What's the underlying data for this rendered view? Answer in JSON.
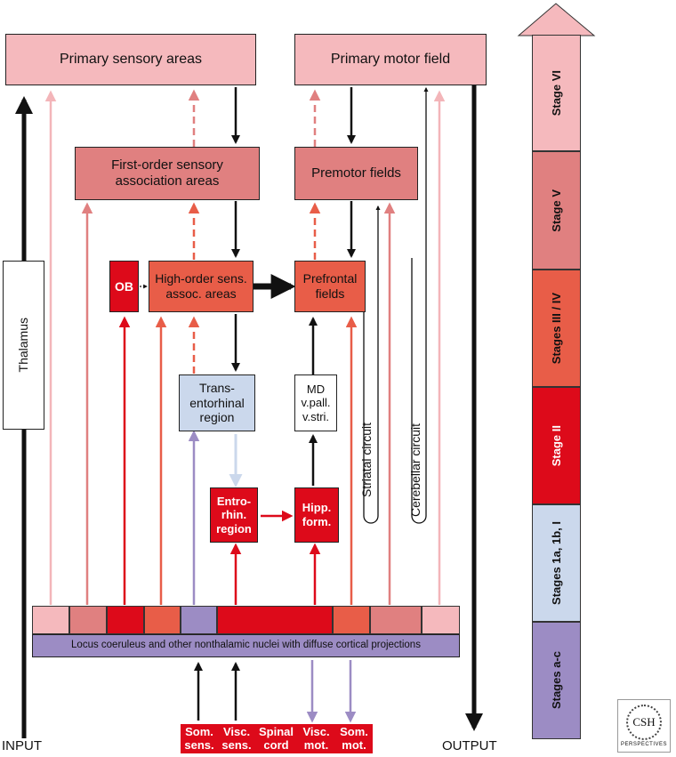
{
  "boxes": {
    "primary_sensory": "Primary sensory areas",
    "primary_motor": "Primary motor field",
    "first_order_1": "First-order sensory",
    "first_order_2": "association areas",
    "premotor": "Premotor fields",
    "ob": "OB",
    "high_order_1": "High-order sens.",
    "high_order_2": "assoc. areas",
    "prefrontal_1": "Prefrontal",
    "prefrontal_2": "fields",
    "trans_1": "Trans-",
    "trans_2": "entorhinal",
    "trans_3": "region",
    "md_1": "MD",
    "md_2": "v.pall.",
    "md_3": "v.stri.",
    "entro_1": "Entro-",
    "entro_2": "rhin.",
    "entro_3": "region",
    "hipp_1": "Hipp.",
    "hipp_2": "form.",
    "thalamus": "Thalamus",
    "locus": "Locus coeruleus and other nonthalamic nuclei with diffuse cortical projections"
  },
  "circuits": {
    "striatal": "Striatal circuit",
    "cerebellar": "Cerebellar circuit"
  },
  "io": {
    "input": "INPUT",
    "output": "OUTPUT"
  },
  "sources": [
    {
      "l1": "Som.",
      "l2": "sens."
    },
    {
      "l1": "Visc.",
      "l2": "sens."
    },
    {
      "l1": "Spinal",
      "l2": "cord"
    },
    {
      "l1": "Visc.",
      "l2": "mot."
    },
    {
      "l1": "Som.",
      "l2": "mot."
    }
  ],
  "stages": [
    {
      "label": "Stage VI",
      "color": "#f5b9bd"
    },
    {
      "label": "Stage V",
      "color": "#e08080"
    },
    {
      "label": "Stages III / IV",
      "color": "#e85d48"
    },
    {
      "label": "Stage II",
      "color": "#dd0a1a"
    },
    {
      "label": "Stages 1a, 1b, I",
      "color": "#cbd8ec"
    },
    {
      "label": "Stages a-c",
      "color": "#9c8cc4"
    }
  ],
  "logo": {
    "line1": "CSH",
    "line2": "PERSPECTIVES"
  },
  "colors": {
    "pink": "#f5b9bd",
    "rose": "#e08080",
    "coral": "#e85d48",
    "red": "#dd0a1a",
    "blue": "#cbd8ec",
    "lavender": "#9c8cc4",
    "black": "#111111"
  }
}
